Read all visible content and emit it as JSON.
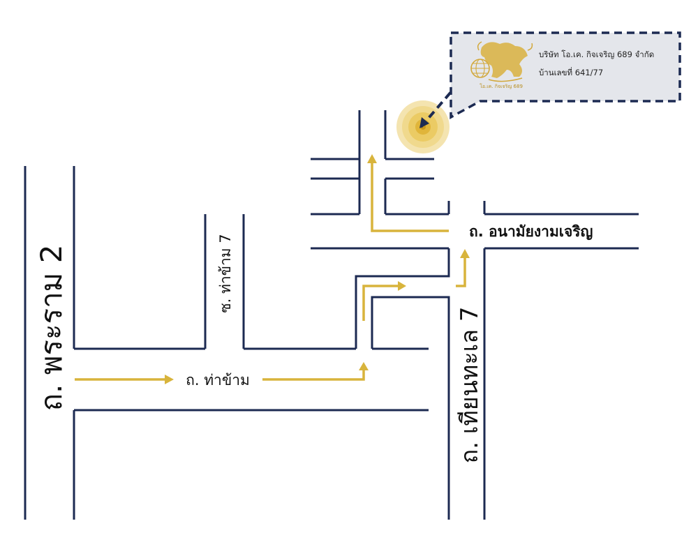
{
  "roads": {
    "rama2": "ถ. พระราม 2",
    "thakham": "ถ. ท่าข้าม",
    "soi_thakham7": "ซ. ท่าข้าม 7",
    "anamai": "ถ. อนามัยงามเจริญ",
    "thianthale7": "ถ. เทียนทะเล 7"
  },
  "company": {
    "name": "บริษัท โอ.เค. กิจเจริญ 689 จำกัด",
    "address": "บ้านเลขที่ 641/77",
    "logo_text": "โอ.เค. กิจเจริญ 689"
  },
  "colors": {
    "road": "#1c2a52",
    "route": "#d8b43c",
    "callout_bg": "#e4e6eb",
    "marker": "#e8c14a"
  },
  "icons": {
    "logo": "lion-globe-logo-icon",
    "marker": "location-marker-icon"
  }
}
